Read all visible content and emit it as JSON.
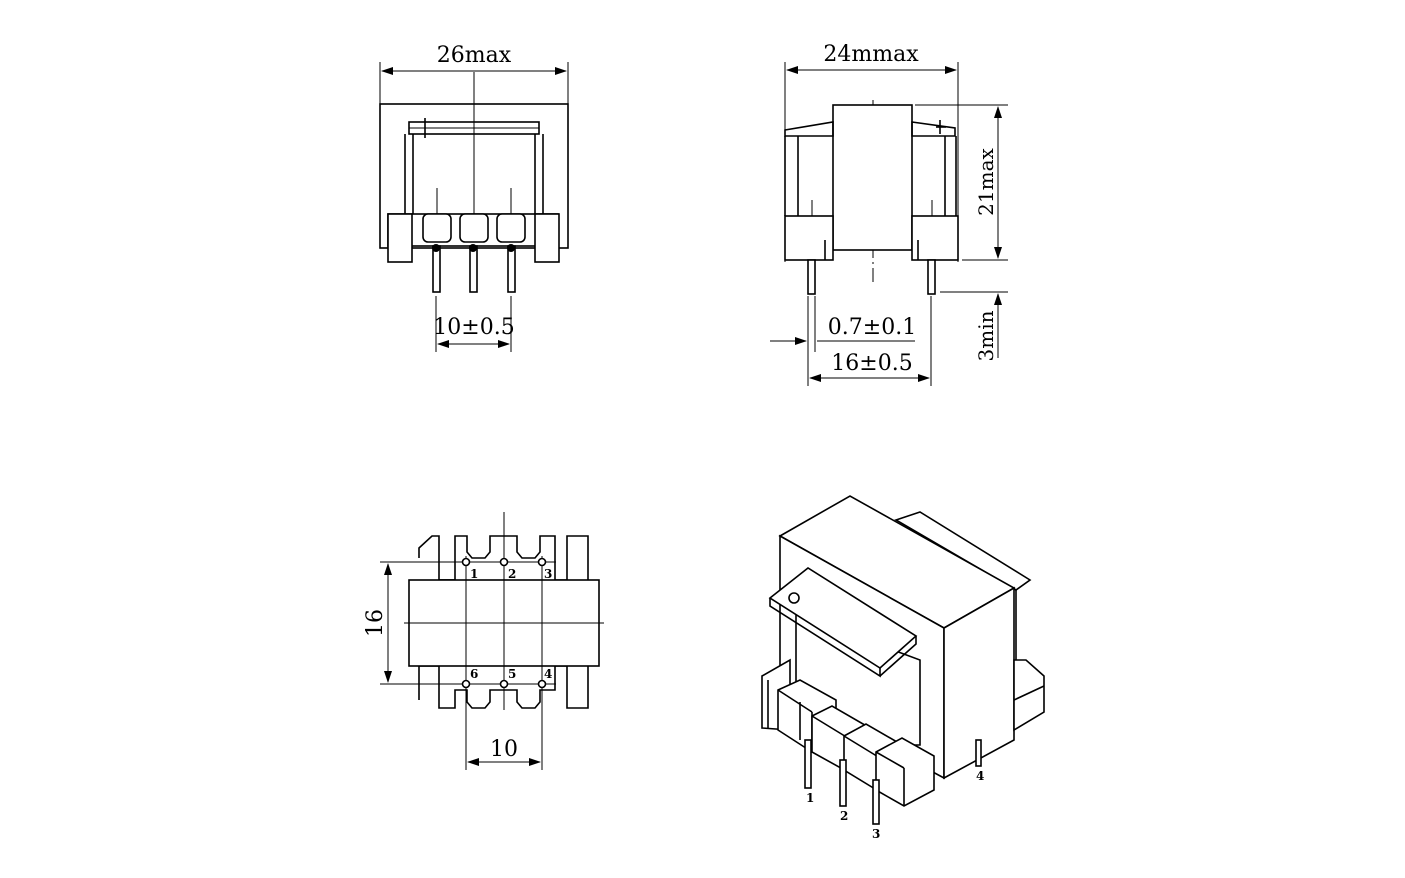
{
  "front_view": {
    "width_label": "26max",
    "pitch_label": "10±0.5"
  },
  "side_view": {
    "width_label": "24mmax",
    "height_label": "21max",
    "pin_length_label": "3min",
    "pin_dia_label": "0.7±0.1",
    "row_spacing_label": "16±0.5"
  },
  "bottom_view": {
    "row_spacing_label": "16",
    "pitch_label": "10",
    "pins_top": [
      "1",
      "2",
      "3"
    ],
    "pins_bottom": [
      "6",
      "5",
      "4"
    ]
  },
  "iso_view": {
    "pins": [
      "1",
      "2",
      "3",
      "4"
    ]
  }
}
